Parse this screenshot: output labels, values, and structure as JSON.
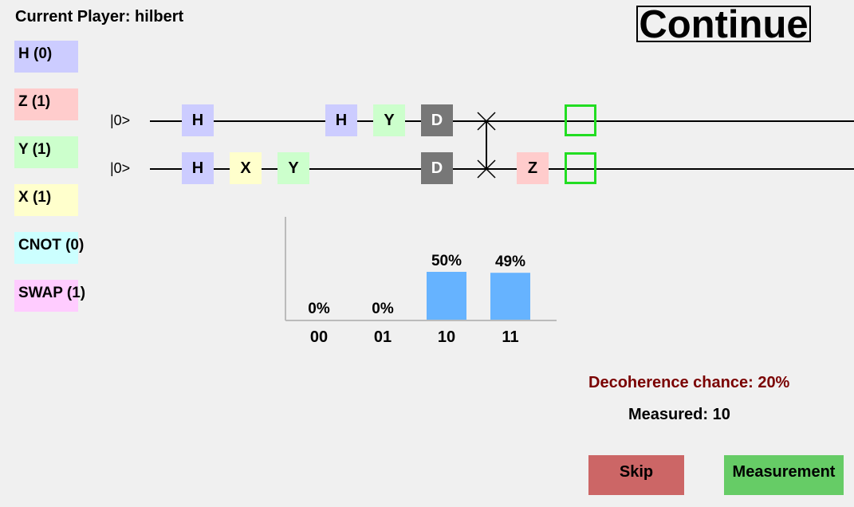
{
  "header": {
    "current_player": "Current Player: hilbert",
    "continue_label": "Continue"
  },
  "palette": [
    {
      "label": "H (0)",
      "color": "#ccccff"
    },
    {
      "label": "Z (1)",
      "color": "#ffcccc"
    },
    {
      "label": "Y (1)",
      "color": "#ccffcc"
    },
    {
      "label": "X (1)",
      "color": "#ffffcc"
    },
    {
      "label": "CNOT (0)",
      "color": "#ccffff"
    },
    {
      "label": "SWAP (1)",
      "color": "#ffccff"
    }
  ],
  "circuit": {
    "qubit_labels": [
      "|0>",
      "|0>"
    ],
    "row0": [
      {
        "label": "H",
        "color": "#ccccff"
      },
      {
        "label": "H",
        "color": "#ccccff"
      },
      {
        "label": "Y",
        "color": "#ccffcc"
      },
      {
        "label": "D",
        "color": "#777777",
        "text_color": "#ffffff"
      }
    ],
    "row1": [
      {
        "label": "H",
        "color": "#ccccff"
      },
      {
        "label": "X",
        "color": "#ffffcc"
      },
      {
        "label": "Y",
        "color": "#ccffcc"
      },
      {
        "label": "D",
        "color": "#777777",
        "text_color": "#ffffff"
      },
      {
        "label": "Z",
        "color": "#ffcccc"
      }
    ],
    "swap": "SWAP",
    "slot_color": "#22dd22"
  },
  "chart_data": {
    "type": "bar",
    "categories": [
      "00",
      "01",
      "10",
      "11"
    ],
    "values": [
      0,
      0,
      50,
      49
    ],
    "value_labels": [
      "0%",
      "0%",
      "50%",
      "49%"
    ],
    "ylim": [
      0,
      100
    ],
    "bar_color": "#66b3ff"
  },
  "status": {
    "decoherence": "Decoherence chance: 20%",
    "measured": "Measured: 10"
  },
  "actions": {
    "skip_label": "Skip",
    "measure_label": "Measurement"
  }
}
